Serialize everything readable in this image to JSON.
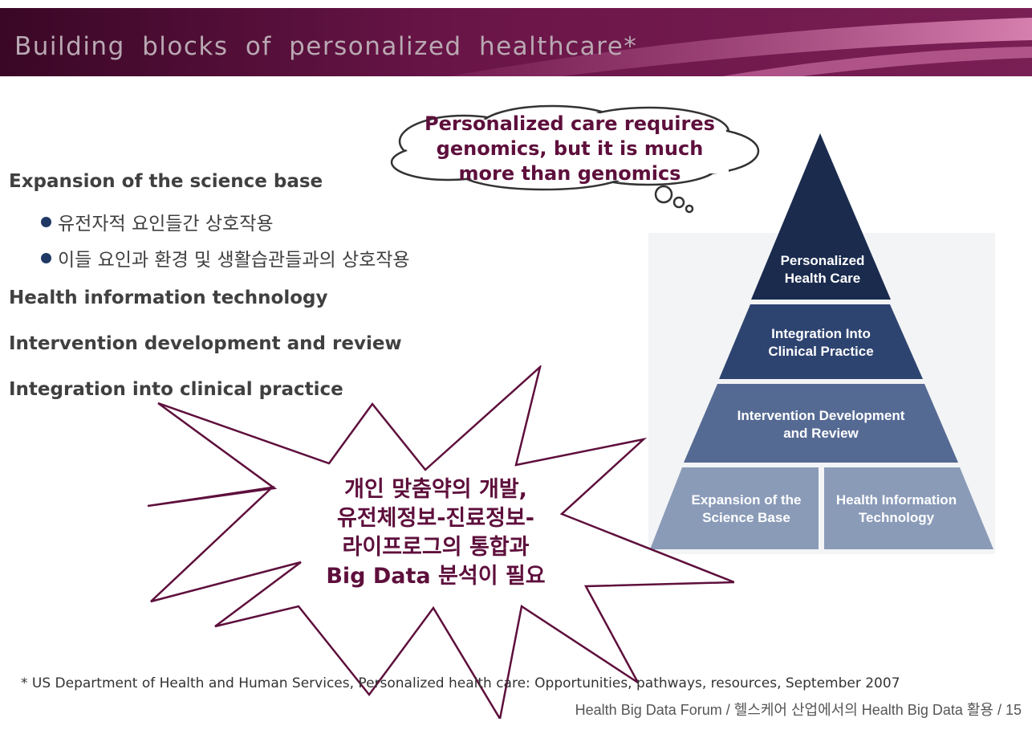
{
  "header": {
    "title": "Building blocks of personalized healthcare*"
  },
  "bullets": {
    "science_base": "Expansion of the science base",
    "sub_items": [
      "유전자적 요인들간 상호작용",
      "이들 요인과 환경 및 생활습관들과의 상호작용"
    ],
    "health_it": "Health information technology",
    "intervention": "Intervention development and review",
    "integration": "Integration into clinical practice"
  },
  "callout_cloud": {
    "lines": [
      "Personalized care requires",
      "genomics, but it is much",
      "more than genomics"
    ]
  },
  "callout_burst": {
    "lines": [
      "개인 맞춤약의 개발,",
      "유전체정보-진료정보-",
      "라이프로그의 통합과",
      "Big Data 분석이 필요"
    ]
  },
  "pyramid": {
    "tier1": [
      "Personalized",
      "Health Care"
    ],
    "tier2": [
      "Integration Into",
      "Clinical Practice"
    ],
    "tier3": [
      "Intervention Development",
      "and Review"
    ],
    "tier4_left": [
      "Expansion of the",
      "Science Base"
    ],
    "tier4_right": [
      "Health Information",
      "Technology"
    ]
  },
  "colors": {
    "accent": "#5e0f3c",
    "header_dark": "#3a0726",
    "pyramid_top": "#1a2b4e",
    "pyramid_bottom": "#8a9bb8"
  },
  "footnote": "* US Department of Health and Human Services, Personalized health care: Opportunities, pathways, resources, September 2007",
  "footer": "Health Big Data Forum / 헬스케어 산업에서의 Health Big Data 활용 / 15"
}
